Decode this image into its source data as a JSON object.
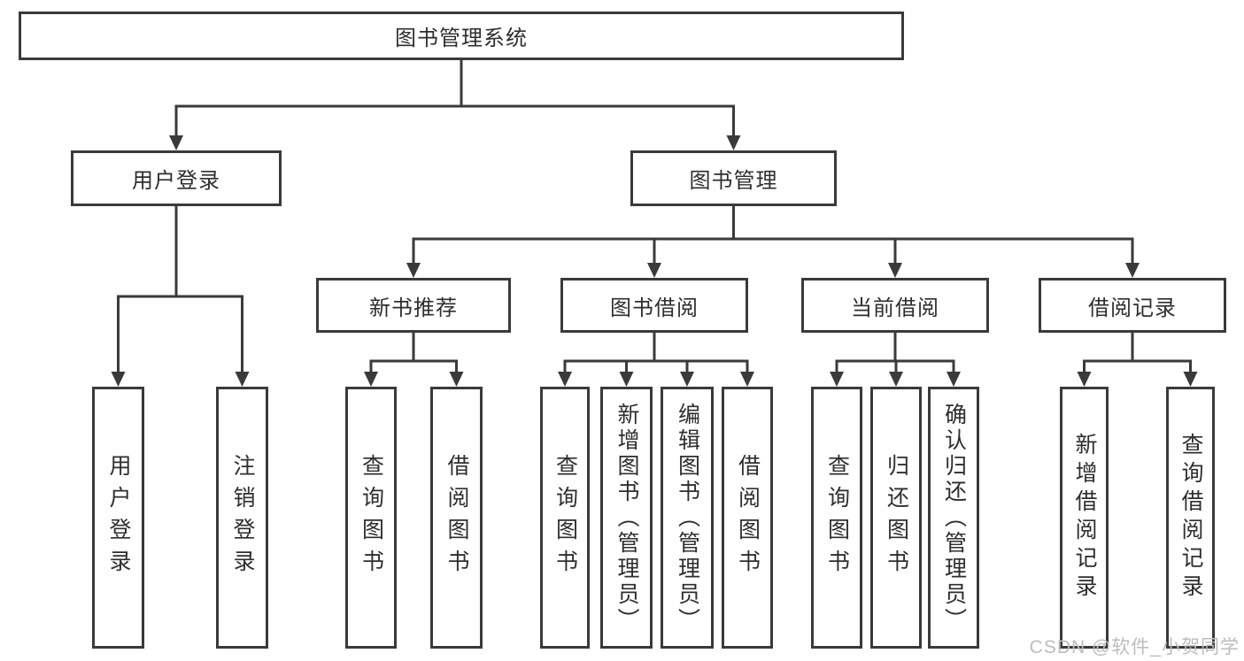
{
  "watermark": "CSDN @软件_小贺同学",
  "diagram": {
    "root_label": "图书管理系统",
    "nodes": [
      {
        "id": "root",
        "label": "图书管理系统",
        "orientation": "h"
      },
      {
        "id": "user-login",
        "label": "用户登录",
        "orientation": "h"
      },
      {
        "id": "book-mgmt",
        "label": "图书管理",
        "orientation": "h"
      },
      {
        "id": "new-book-rec",
        "label": "新书推荐",
        "orientation": "h"
      },
      {
        "id": "book-borrow",
        "label": "图书借阅",
        "orientation": "h"
      },
      {
        "id": "current-borrow",
        "label": "当前借阅",
        "orientation": "h"
      },
      {
        "id": "borrow-records",
        "label": "借阅记录",
        "orientation": "h"
      },
      {
        "id": "user-login-v",
        "label": "用户登录",
        "orientation": "v"
      },
      {
        "id": "logout",
        "label": "注销登录",
        "orientation": "v"
      },
      {
        "id": "query-books-1",
        "label": "查询图书",
        "orientation": "v"
      },
      {
        "id": "borrow-books-1",
        "label": "借阅图书",
        "orientation": "v"
      },
      {
        "id": "query-books-2",
        "label": "查询图书",
        "orientation": "v"
      },
      {
        "id": "add-books",
        "label": "新增图书（管理员）",
        "orientation": "v"
      },
      {
        "id": "edit-books",
        "label": "编辑图书（管理员）",
        "orientation": "v"
      },
      {
        "id": "borrow-books-2",
        "label": "借阅图书",
        "orientation": "v"
      },
      {
        "id": "query-books-3",
        "label": "查询图书",
        "orientation": "v"
      },
      {
        "id": "return-books",
        "label": "归还图书",
        "orientation": "v"
      },
      {
        "id": "confirm-return",
        "label": "确认归还（管理员）",
        "orientation": "v"
      },
      {
        "id": "add-borrow-record",
        "label": "新增借阅记录",
        "orientation": "v"
      },
      {
        "id": "query-borrow-record",
        "label": "查询借阅记录",
        "orientation": "v"
      }
    ],
    "edges": [
      {
        "from": "root",
        "to": [
          "user-login",
          "book-mgmt"
        ]
      },
      {
        "from": "user-login",
        "to": [
          "user-login-v",
          "logout"
        ]
      },
      {
        "from": "book-mgmt",
        "to": [
          "new-book-rec",
          "book-borrow",
          "current-borrow",
          "borrow-records"
        ]
      },
      {
        "from": "new-book-rec",
        "to": [
          "query-books-1",
          "borrow-books-1"
        ]
      },
      {
        "from": "book-borrow",
        "to": [
          "query-books-2",
          "add-books",
          "edit-books",
          "borrow-books-2"
        ]
      },
      {
        "from": "current-borrow",
        "to": [
          "query-books-3",
          "return-books",
          "confirm-return"
        ]
      },
      {
        "from": "borrow-records",
        "to": [
          "add-borrow-record",
          "query-borrow-record"
        ]
      }
    ],
    "line_color": "#3a3a3a",
    "border_color": "#3a3a3a",
    "text_color": "#2e2e2e",
    "watermark_color": "#bcbcbc"
  }
}
